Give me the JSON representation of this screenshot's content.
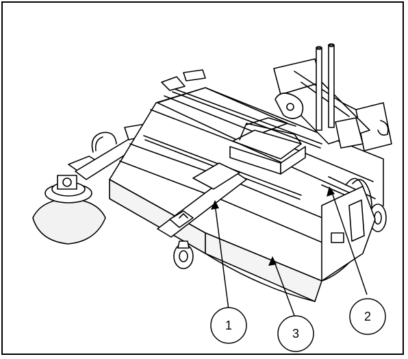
{
  "figure": {
    "description_free": true,
    "callouts": [
      {
        "id": "1",
        "label": "1"
      },
      {
        "id": "2",
        "label": "2"
      },
      {
        "id": "3",
        "label": "3"
      }
    ],
    "colors": {
      "line": "#000000",
      "fill": "#ffffff",
      "shade": "#e6e6e6"
    }
  }
}
